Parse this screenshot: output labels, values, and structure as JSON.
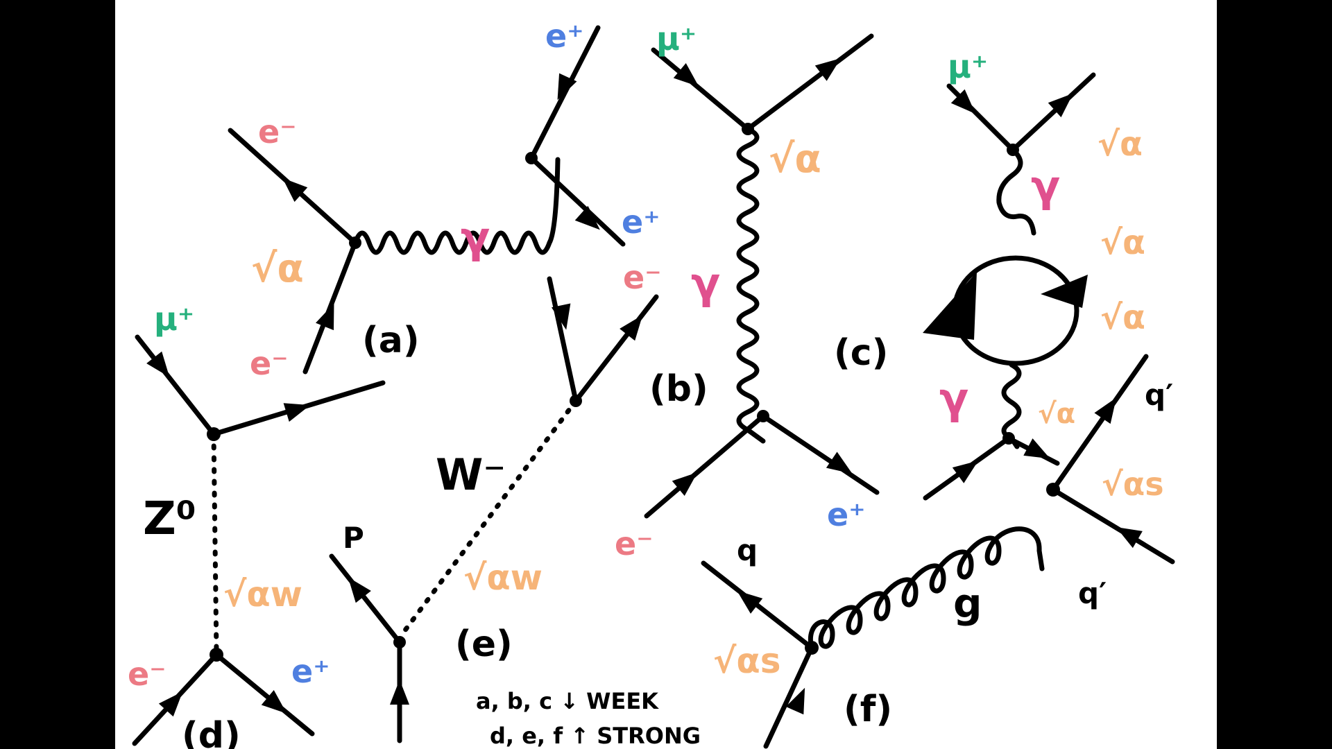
{
  "colors": {
    "background_side": "#000000",
    "background_panel": "#ffffff",
    "ink": "#000000",
    "electron": "#ec7a84",
    "positron": "#4f7fe0",
    "muon": "#25b07d",
    "photon_gamma": "#e0508e",
    "coupling": "#f6b478"
  },
  "diagram_labels": {
    "a": "(a)",
    "b": "(b)",
    "c": "(c)",
    "d": "(d)",
    "e": "(e)",
    "f": "(f)"
  },
  "particles": {
    "e_minus": "e⁻",
    "e_plus": "e⁺",
    "mu_plus": "μ⁺",
    "gamma": "γ",
    "z0": "Z⁰",
    "w_minus": "W⁻",
    "p": "P",
    "q": "q",
    "q_prime": "q′",
    "g": "g"
  },
  "couplings": {
    "alpha": "√α",
    "alpha_w": "√αw",
    "alpha_s": "√αs"
  },
  "notes": {
    "line1": "a, b, c ↓ WEEK",
    "line2": "d, e, f ↑ STRONG"
  }
}
